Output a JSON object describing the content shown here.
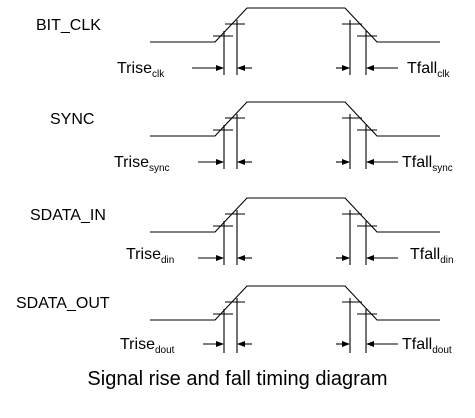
{
  "caption": "Signal rise and fall timing diagram",
  "signals": [
    {
      "name": "BIT_CLK",
      "rise_main": "Trise",
      "rise_sub": "clk",
      "fall_main": "Tfall",
      "fall_sub": "clk"
    },
    {
      "name": "SYNC",
      "rise_main": "Trise",
      "rise_sub": "sync",
      "fall_main": "Tfall",
      "fall_sub": "sync"
    },
    {
      "name": "SDATA_IN",
      "rise_main": "Trise",
      "rise_sub": "din",
      "fall_main": "Tfall",
      "fall_sub": "din"
    },
    {
      "name": "SDATA_OUT",
      "rise_main": "Trise",
      "rise_sub": "dout",
      "fall_main": "Tfall",
      "fall_sub": "dout"
    }
  ]
}
